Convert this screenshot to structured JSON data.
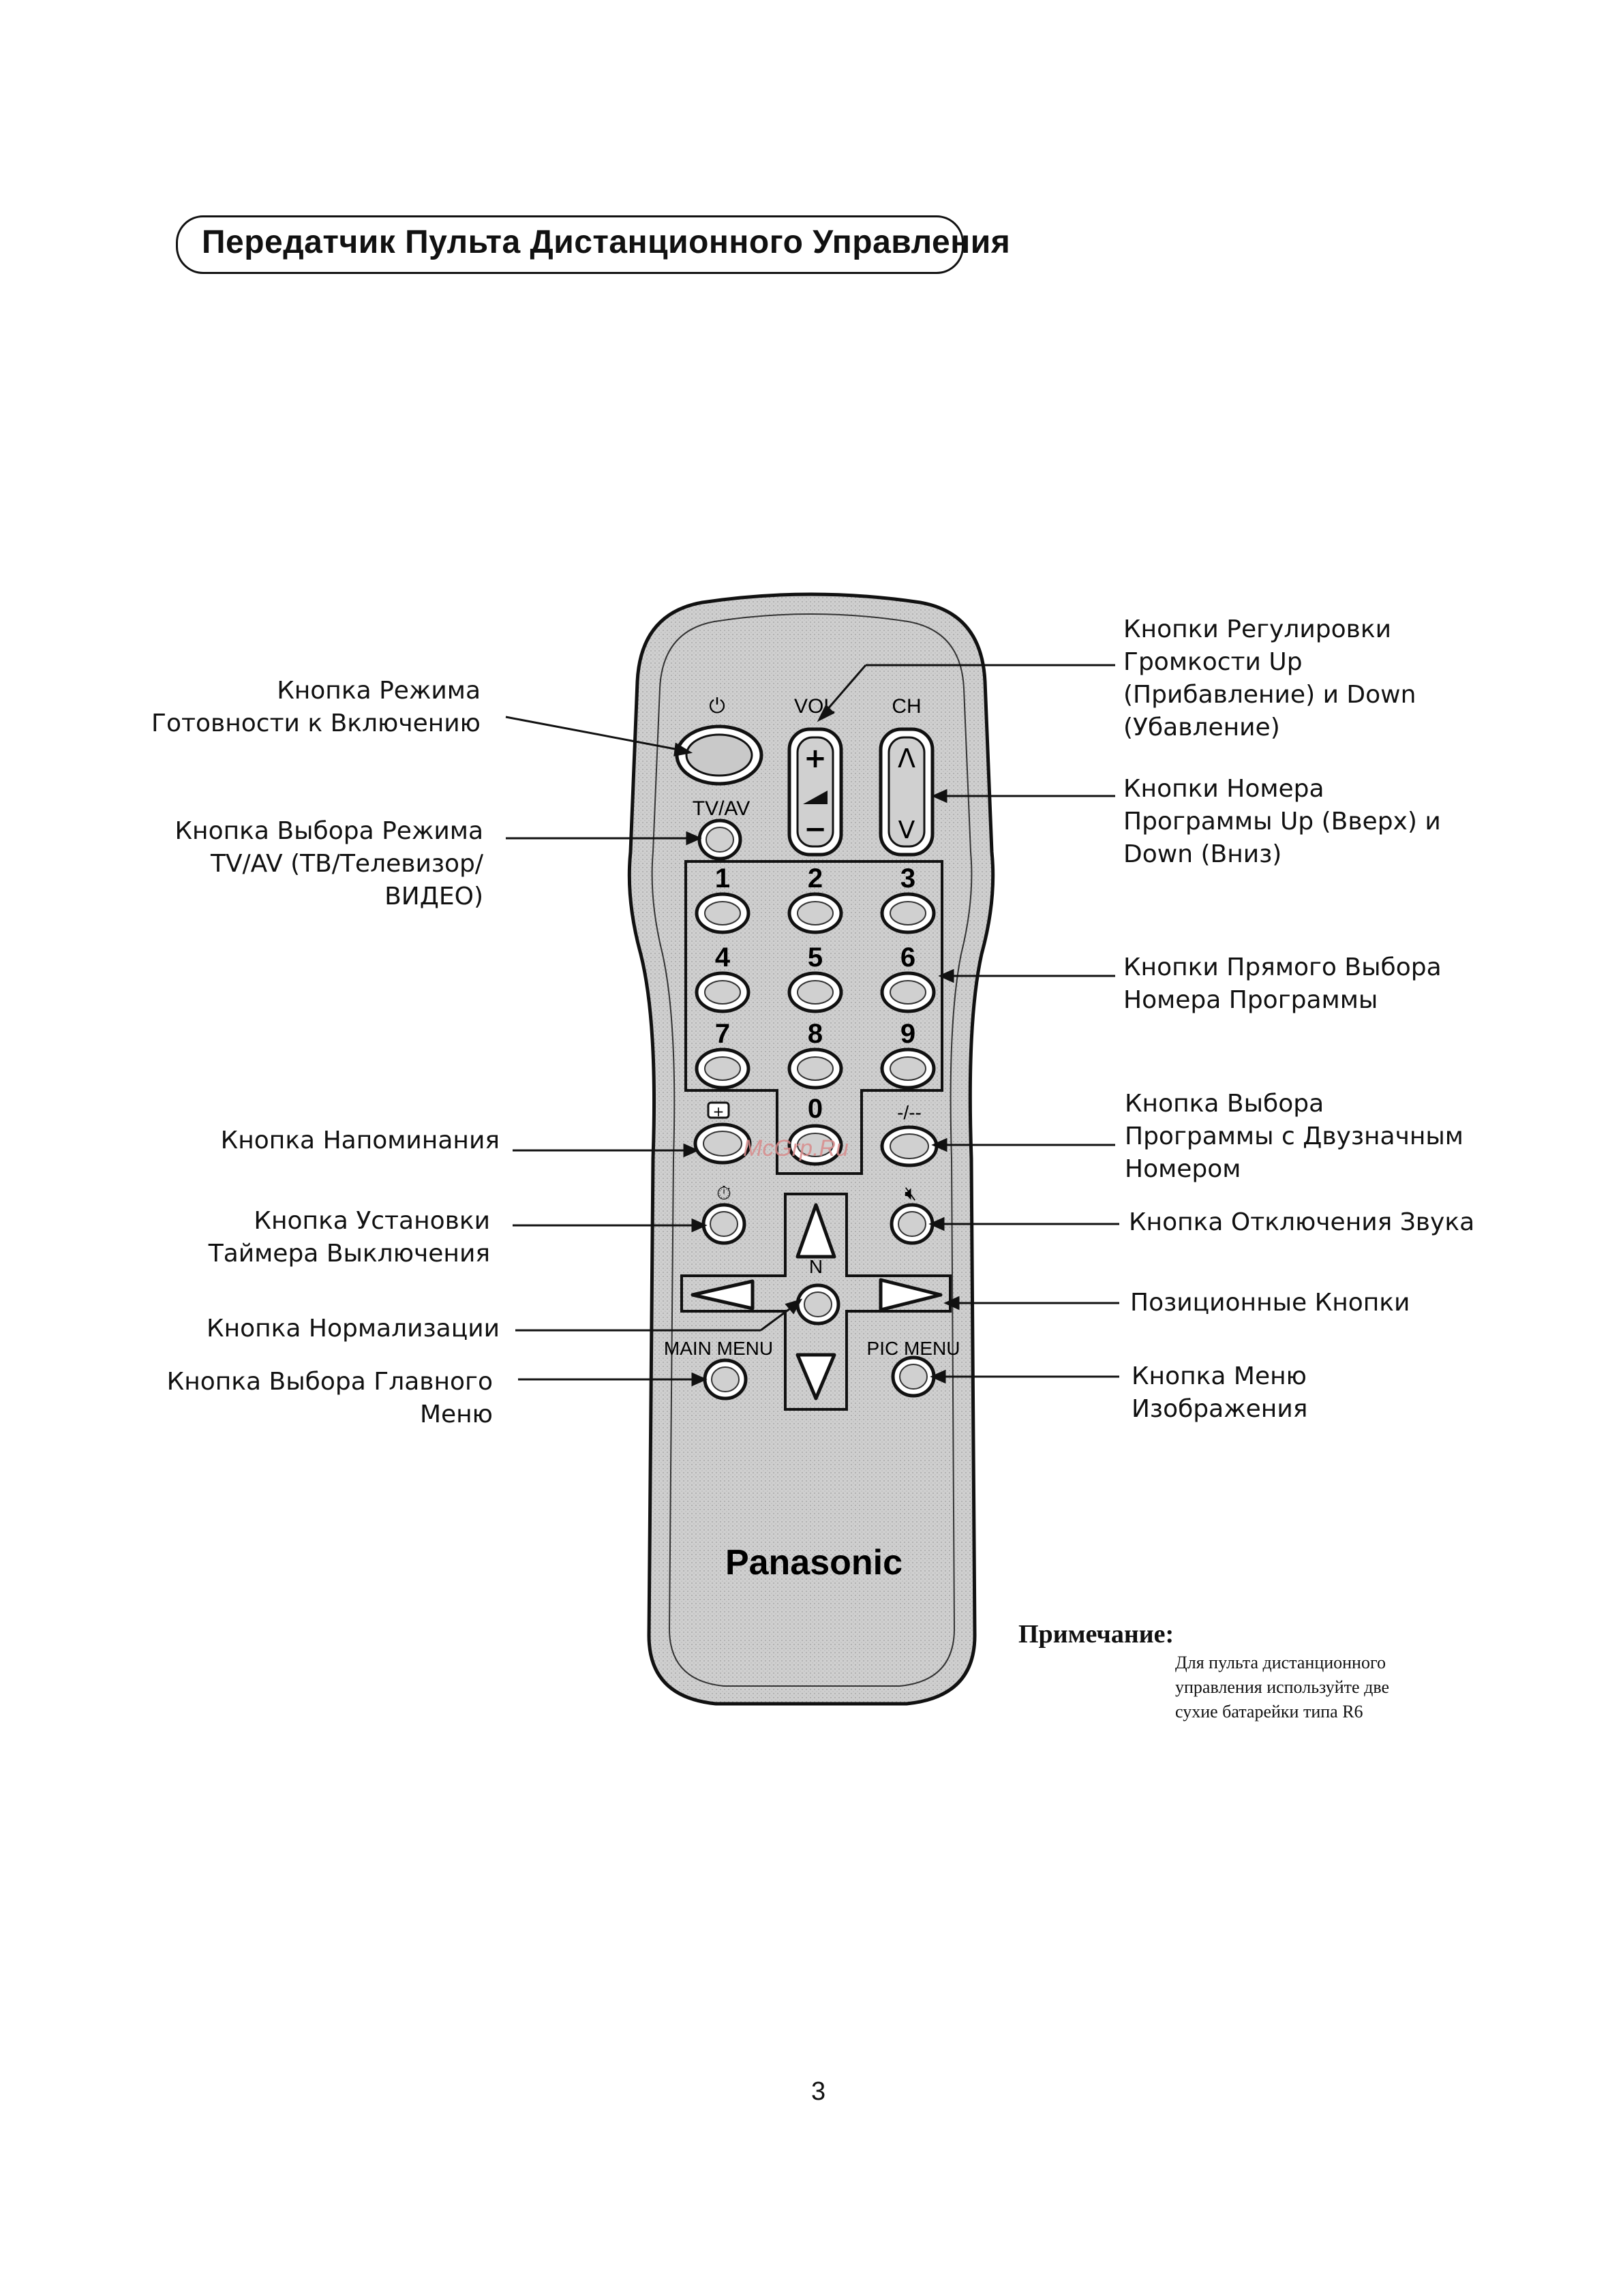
{
  "title": "Передатчик Пульта Дистанционного Управления",
  "remote": {
    "power_symbol": "⏻",
    "vol_label": "VOL",
    "ch_label": "CH",
    "vol_plus": "+",
    "vol_minus": "−",
    "ch_up": "Λ",
    "ch_down": "V",
    "tvav_label": "TV/AV",
    "digits": [
      "1",
      "2",
      "3",
      "4",
      "5",
      "6",
      "7",
      "8",
      "9",
      "0"
    ],
    "two_digit_label": "-/--",
    "n_label": "N",
    "main_menu_label": "MAIN MENU",
    "pic_menu_label": "PIC MENU",
    "brand": "Panasonic"
  },
  "labels_left": {
    "standby": [
      "Кнопка Режима",
      "Готовности к Включению"
    ],
    "tvav": [
      "Кнопка Выбора Режима",
      "TV/AV (ТВ/Телевизор/",
      "ВИДЕО)"
    ],
    "reminder": [
      "Кнопка Напоминания"
    ],
    "off_timer": [
      "Кнопка Установки",
      "Таймера Выключения"
    ],
    "normalize": [
      "Кнопка Нормализации"
    ],
    "main_menu": [
      "Кнопка Выбора Главного",
      "Меню"
    ]
  },
  "labels_right": {
    "volume": [
      "Кнопки Регулировки",
      "Громкости Up",
      "(Прибавление) и Down",
      "(Убавление)"
    ],
    "channel": [
      "Кнопки Номера",
      "Программы Up (Вверх) и",
      "Down (Вниз)"
    ],
    "direct": [
      "Кнопки Прямого Выбора",
      "Номера Программы"
    ],
    "two_digit": [
      "Кнопка Выбора",
      "Программы с Двузначным",
      "Номером"
    ],
    "mute": [
      "Кнопка Отключения Звука"
    ],
    "position": [
      "Позиционные Кнопки"
    ],
    "picture_menu": [
      "Кнопка Меню",
      "Изображения"
    ]
  },
  "note": {
    "title": "Примечание:",
    "lines": [
      "Для пульта дистанционного",
      "управления используйте две",
      "сухие батарейки типа R6"
    ]
  },
  "watermark": "McGrp.Ru",
  "page_number": "3"
}
